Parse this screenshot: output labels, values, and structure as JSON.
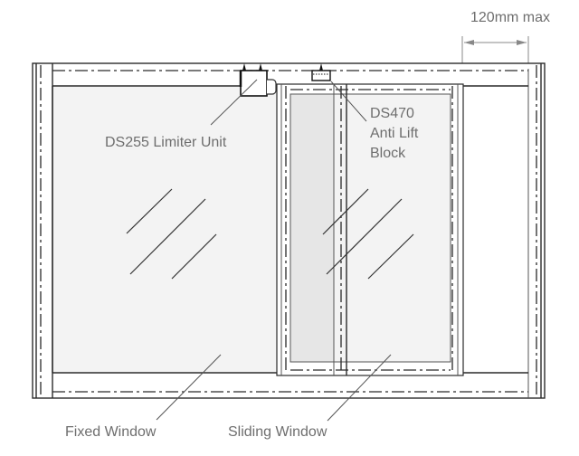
{
  "diagram": {
    "dimension_label": "120mm max",
    "labels": {
      "limiter": "DS255 Limiter Unit",
      "anti_lift_line1": "DS470",
      "anti_lift_line2": "Anti Lift",
      "anti_lift_line3": "Block",
      "fixed_window": "Fixed Window",
      "sliding_window": "Sliding Window"
    },
    "colors": {
      "glass": "#f3f3f3",
      "sliding_sash": "#e8e8e8",
      "line": "#2a2a2a",
      "label": "#6e6e6e"
    }
  }
}
